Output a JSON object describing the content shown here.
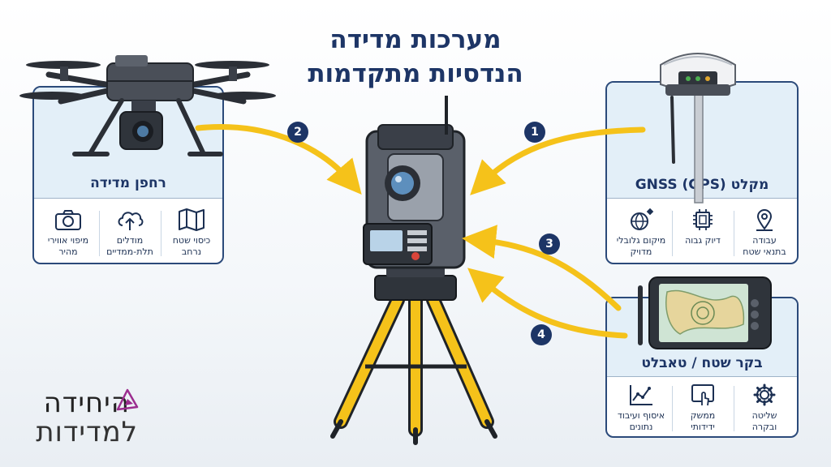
{
  "title": {
    "line1": "מערכות מדידה",
    "line2": "הנדסיות מתקדמות"
  },
  "colors": {
    "navy": "#1d3566",
    "accent_yellow": "#f5c21a",
    "card_fill": "#e3eff8",
    "logo_purple": "#9b2d8f"
  },
  "drone_card": {
    "heading": "רחפן מדידה",
    "features": [
      {
        "label": "כיסוי שטח\nנרחב",
        "icon": "folded-map-icon"
      },
      {
        "label": "מודלים\nתלת-ממדיים",
        "icon": "cloud-upload-icon"
      },
      {
        "label": "מיפוי אווירי\nמהיר",
        "icon": "camera-icon"
      }
    ]
  },
  "gnss_card": {
    "heading": "מקלט GNSS (GPS)",
    "features": [
      {
        "label": "עבודה\nבתנאי שטח",
        "icon": "map-pin-icon"
      },
      {
        "label": "דיוק גבוה",
        "icon": "chip-icon"
      },
      {
        "label": "מיקום גלובלי\nמדויק",
        "icon": "globe-satellite-icon"
      }
    ]
  },
  "tablet_card": {
    "heading": "בקר שטח / טאבלט",
    "features": [
      {
        "label": "שליטה\nובקרה",
        "icon": "gear-icon"
      },
      {
        "label": "ממשק\nידידותי",
        "icon": "touch-screen-icon"
      },
      {
        "label": "איסוף ועיבוד\nנתונים",
        "icon": "line-chart-icon"
      }
    ]
  },
  "arrows": [
    {
      "number": "1",
      "from": "gnss_receiver",
      "to": "total_station"
    },
    {
      "number": "2",
      "from": "drone",
      "to": "total_station"
    },
    {
      "number": "3",
      "from": "field_tablet",
      "to": "total_station"
    },
    {
      "number": "4",
      "from": "field_tablet",
      "to": "total_station"
    }
  ],
  "logo": {
    "line1": "היחידה",
    "line2": "למדידות"
  }
}
